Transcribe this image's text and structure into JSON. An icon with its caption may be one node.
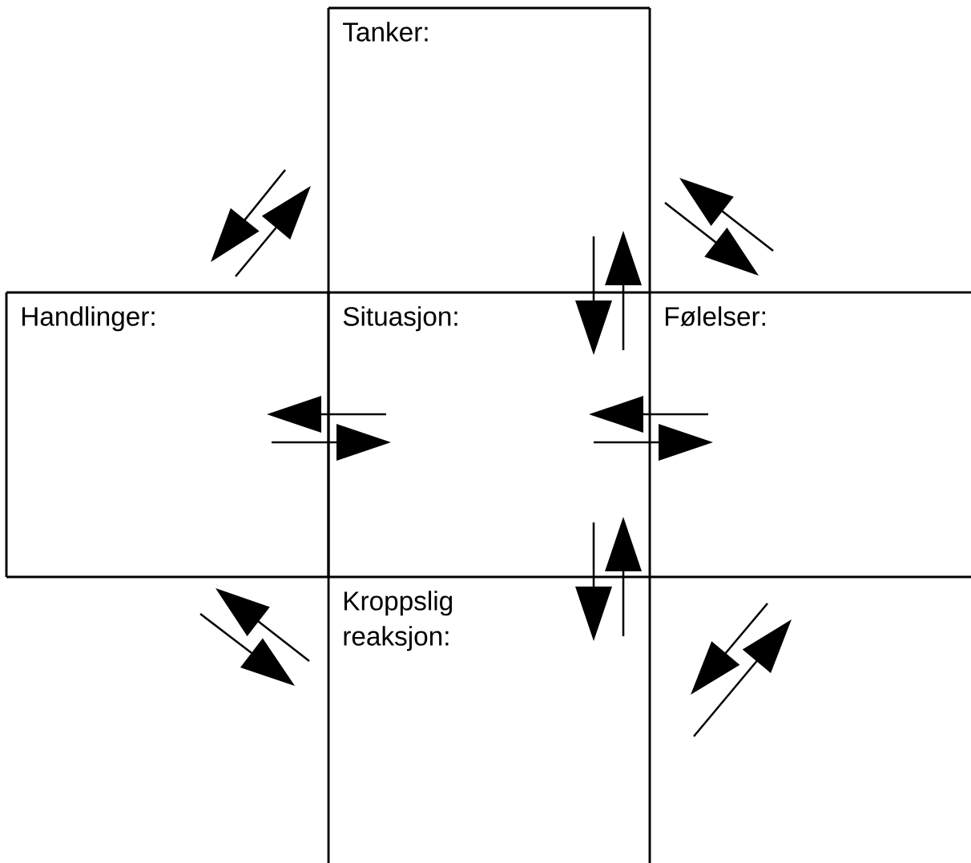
{
  "diagram": {
    "nodes": [
      {
        "text": [
          "Tanker:"
        ]
      },
      {
        "text": [
          "Handlinger:"
        ]
      },
      {
        "text": [
          "Situasjon:"
        ]
      },
      {
        "text": [
          "Følelser:"
        ]
      },
      {
        "text": [
          "Kroppslig reaksjon:"
        ]
      }
    ],
    "edges": [
      {
        "from": 0,
        "to": 1,
        "arrow": "to"
      },
      {
        "from": 1,
        "to": 0,
        "arrow": "to"
      },
      {
        "from": 3,
        "to": 0,
        "arrow": "to"
      },
      {
        "from": 0,
        "to": 3,
        "arrow": "to"
      },
      {
        "from": 0,
        "to": 2,
        "arrow": "to"
      },
      {
        "from": 2,
        "to": 0,
        "arrow": "to"
      },
      {
        "from": 2,
        "to": 1,
        "arrow": "to"
      },
      {
        "from": 1,
        "to": 2,
        "arrow": "to"
      },
      {
        "from": 3,
        "to": 2,
        "arrow": "to"
      },
      {
        "from": 2,
        "to": 3,
        "arrow": "to"
      },
      {
        "from": 2,
        "to": 4,
        "arrow": "to"
      },
      {
        "from": 4,
        "to": 2,
        "arrow": "to"
      },
      {
        "from": 4,
        "to": 1,
        "arrow": "to"
      },
      {
        "from": 1,
        "to": 4,
        "arrow": "to"
      },
      {
        "from": 3,
        "to": 4,
        "arrow": "to"
      },
      {
        "from": 4,
        "to": 3,
        "arrow": "to"
      }
    ]
  }
}
